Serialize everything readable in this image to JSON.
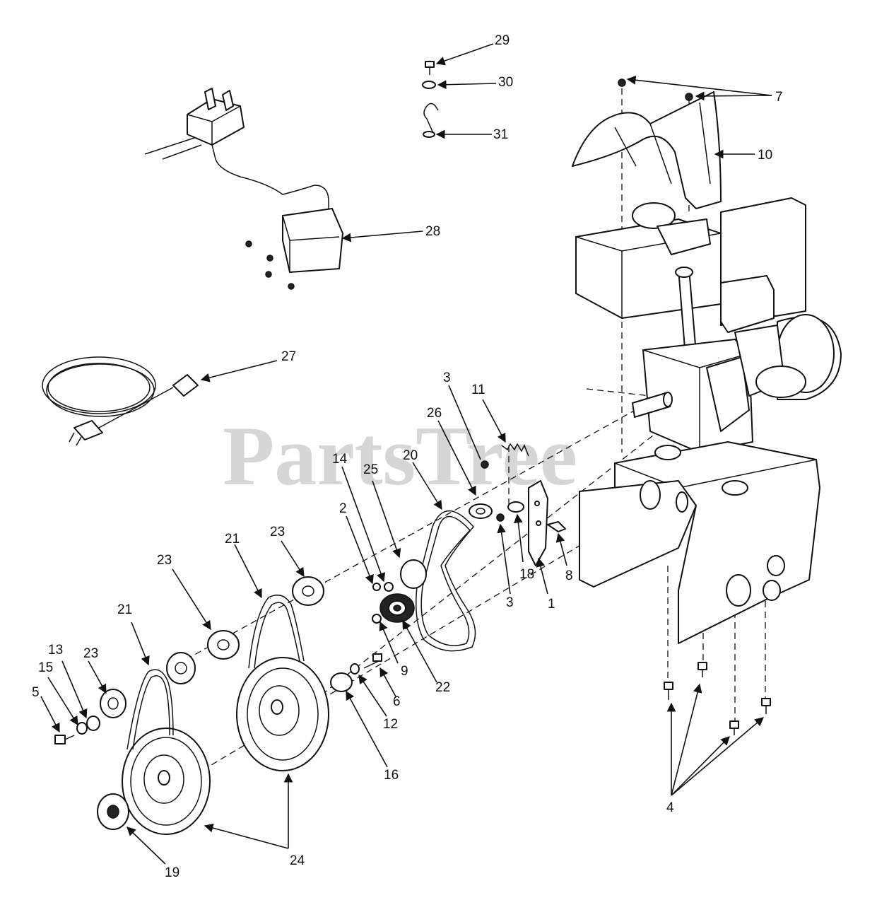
{
  "diagram": {
    "watermark": "PartsTree",
    "callouts": [
      "29",
      "30",
      "31",
      "7",
      "10",
      "28",
      "27",
      "3",
      "11",
      "26",
      "20",
      "25",
      "14",
      "2",
      "23",
      "21",
      "23",
      "21",
      "13",
      "23",
      "15",
      "5",
      "18",
      "8",
      "3",
      "1",
      "9",
      "22",
      "6",
      "12",
      "16",
      "24",
      "19",
      "4"
    ]
  }
}
